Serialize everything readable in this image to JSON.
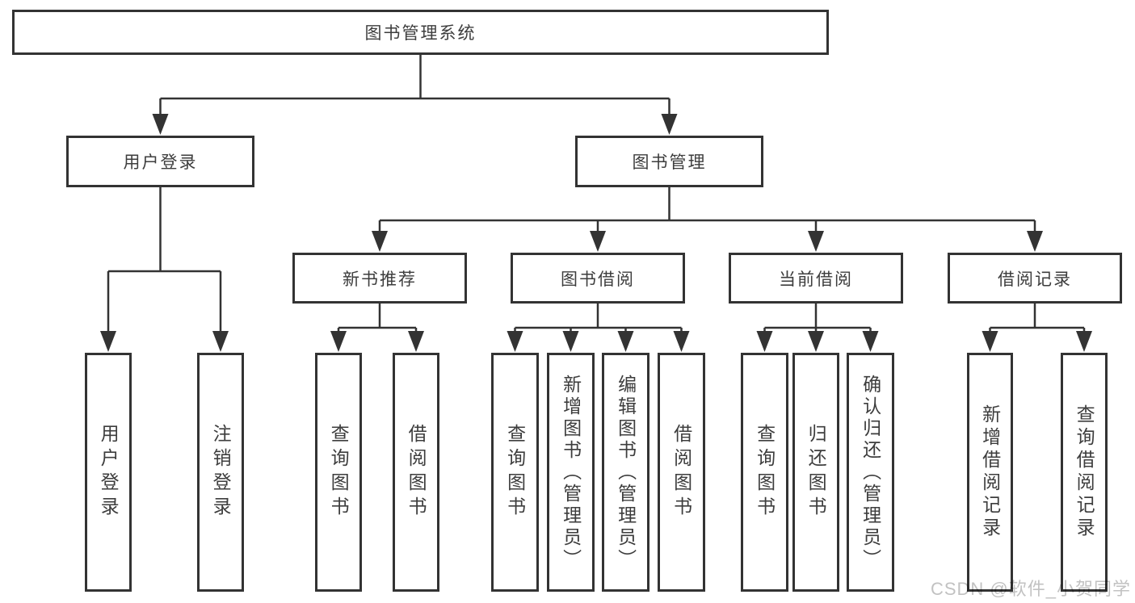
{
  "tree": {
    "root": "图书管理系统",
    "user_branch": {
      "label": "用户登录",
      "children": [
        "用户登录",
        "注销登录"
      ]
    },
    "mgmt_branch": {
      "label": "图书管理",
      "sections": [
        {
          "label": "新书推荐",
          "children": [
            "查询图书",
            "借阅图书"
          ]
        },
        {
          "label": "图书借阅",
          "children": [
            "查询图书",
            "新增图书（管理员）",
            "编辑图书（管理员）",
            "借阅图书"
          ]
        },
        {
          "label": "当前借阅",
          "children": [
            "查询图书",
            "归还图书",
            "确认归还（管理员）"
          ]
        },
        {
          "label": "借阅记录",
          "children": [
            "新增借阅记录",
            "查询借阅记录"
          ]
        }
      ]
    }
  },
  "watermark": {
    "text": "CSDN @软件_小贺同学"
  },
  "colors": {
    "line": "#333333",
    "box_border": "#333333",
    "text": "#3d3d3d",
    "watermark": "#c2c2c2",
    "background": "#ffffff"
  }
}
